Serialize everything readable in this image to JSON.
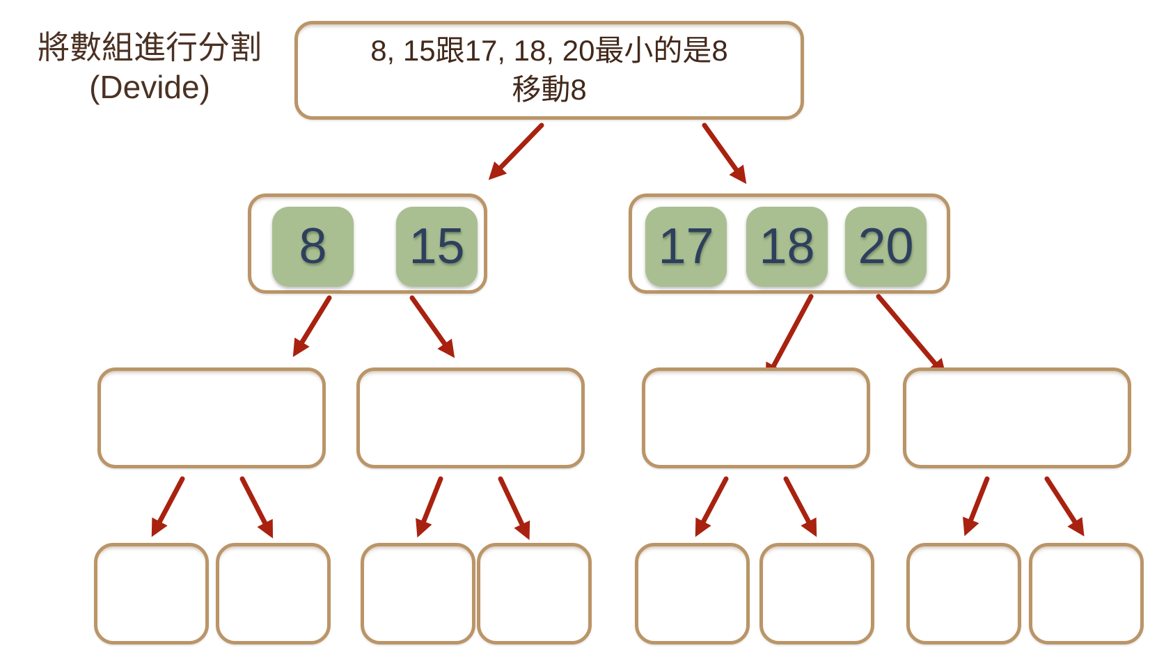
{
  "title": {
    "line1": "將數組進行分割",
    "line2": "(Devide)"
  },
  "root_note": {
    "line1": "8, 15跟17, 18, 20最小的是8",
    "line2": "移動8"
  },
  "tree": {
    "level2_groups": [
      {
        "name": "group-8-15",
        "values": [
          "8",
          "15"
        ]
      },
      {
        "name": "group-17-18-20",
        "values": [
          "17",
          "18",
          "20"
        ]
      }
    ],
    "level3_empty_box_count": 4,
    "level4_empty_box_count": 8
  },
  "edges": [
    {
      "from": "root",
      "to": "group-8-15"
    },
    {
      "from": "root",
      "to": "group-17-18-20"
    },
    {
      "from": "group-8-15",
      "to": "l3-box-1"
    },
    {
      "from": "group-8-15",
      "to": "l3-box-2"
    },
    {
      "from": "group-17-18-20",
      "to": "l3-box-3"
    },
    {
      "from": "group-17-18-20",
      "to": "l3-box-4"
    },
    {
      "from": "l3-box-1",
      "to": "l4-box-1"
    },
    {
      "from": "l3-box-1",
      "to": "l4-box-2"
    },
    {
      "from": "l3-box-2",
      "to": "l4-box-3"
    },
    {
      "from": "l3-box-2",
      "to": "l4-box-4"
    },
    {
      "from": "l3-box-3",
      "to": "l4-box-5"
    },
    {
      "from": "l3-box-3",
      "to": "l4-box-6"
    },
    {
      "from": "l3-box-4",
      "to": "l4-box-7"
    },
    {
      "from": "l3-box-4",
      "to": "l4-box-8"
    }
  ],
  "colors": {
    "box_border_tan": "#ba9568",
    "arrow_red": "#a8220f",
    "tile_green": "#a9bf92",
    "tile_number_navy": "#2e3f5e",
    "text_dark_brown": "#42291b",
    "background": "#ffffff"
  }
}
